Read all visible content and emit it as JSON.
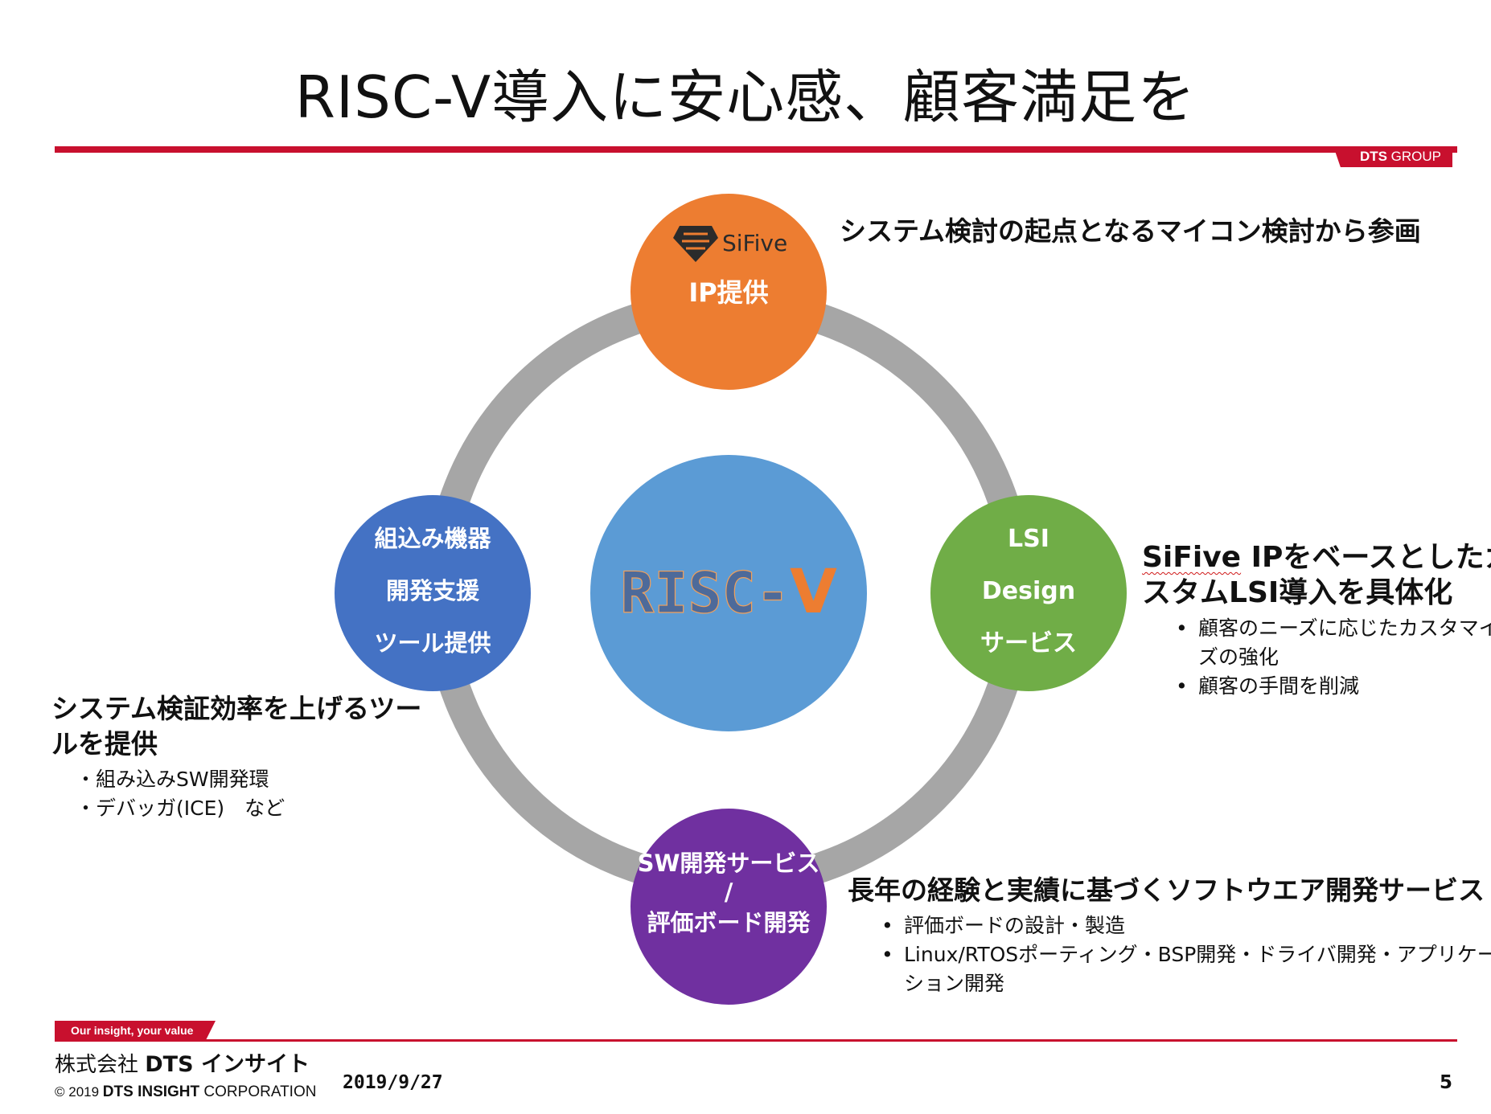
{
  "slide": {
    "title": "RISC-V導入に安心感、顧客満足を",
    "brand_badge": {
      "dts": "DTS",
      "group": " GROUP"
    }
  },
  "diagram": {
    "center": {
      "label_main": "RISC-",
      "label_v": "V"
    },
    "nodes": {
      "top": {
        "logo_text": "SiFive",
        "line1": "IP提供"
      },
      "right": {
        "line1": "LSI",
        "line2": "Design",
        "line3": "サービス"
      },
      "bottom": {
        "line1": "SW開発サービス",
        "line2": "/",
        "line3": "評価ボード開発"
      },
      "left": {
        "line1": "組込み機器",
        "line2": "開発支援",
        "line3": "ツール提供"
      }
    }
  },
  "annotations": {
    "top": {
      "heading": "システム検討の起点となるマイコン検討から参画"
    },
    "right": {
      "heading_brand": "SiFive",
      "heading_line1_rest": " IPをベースとしたカ",
      "heading_line2": "スタムLSI導入を具体化",
      "bullets": [
        {
          "dot": "•",
          "line1": "顧客のニーズに応じたカスタマイ",
          "line2": "ズの強化"
        },
        {
          "dot": "•",
          "line1": "顧客の手間を削減",
          "line2": ""
        }
      ]
    },
    "left": {
      "heading_line1": "システム検証効率を上げるツー",
      "heading_line2": "ルを提供",
      "items": [
        "・組み込みSW開発環",
        "・デバッガ(ICE)　など"
      ]
    },
    "bottom": {
      "heading": "長年の経験と実績に基づくソフトウエア開発サービス",
      "bullets": [
        {
          "dot": "•",
          "line1": "評価ボードの設計・製造",
          "line2": ""
        },
        {
          "dot": "•",
          "line1": "Linux/RTOSポーティング・BSP開発・ドライバ開発・アプリケー",
          "line2": "ション開発"
        }
      ]
    }
  },
  "footer": {
    "tagline": "Our insight, your value",
    "company_prefix": "株式会社 ",
    "company_brand": "DTS インサイト",
    "copyright": "© 2019 ",
    "corp_brand": "DTS INSIGHT",
    "corp_suffix": " CORPORATION",
    "date": "2019/9/27",
    "page": "5"
  },
  "colors": {
    "accent_red": "#c8102e",
    "ring_gray": "#a6a6a6",
    "center_blue": "#5b9bd5",
    "top_orange": "#ed7d31",
    "right_green": "#70ad47",
    "bottom_purple": "#7030a0",
    "left_blue": "#4472c4",
    "riscv_text_blue": "#4d6a9a",
    "riscv_v_orange": "#ed7d31"
  }
}
